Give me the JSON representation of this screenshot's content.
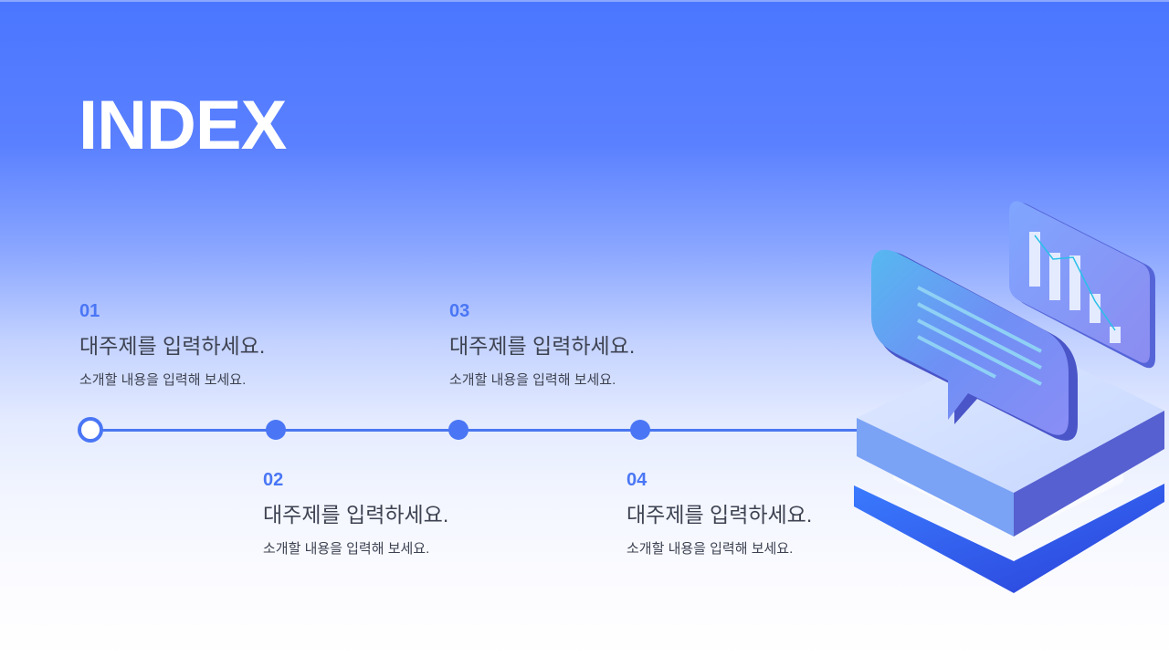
{
  "title": "INDEX",
  "colors": {
    "accent": "#4a76f5",
    "bg_top": "#4a76ff",
    "bg_bottom": "#ffffff",
    "heading_text": "#3e4352",
    "title_text": "#ffffff"
  },
  "items": [
    {
      "number": "01",
      "heading": "대주제를 입력하세요.",
      "description": "소개할 내용을 입력해 보세요."
    },
    {
      "number": "02",
      "heading": "대주제를 입력하세요.",
      "description": "소개할 내용을 입력해 보세요."
    },
    {
      "number": "03",
      "heading": "대주제를 입력하세요.",
      "description": "소개할 내용을 입력해 보세요."
    },
    {
      "number": "04",
      "heading": "대주제를 입력하세요.",
      "description": "소개할 내용을 입력해 보세요."
    }
  ],
  "illustration": {
    "icon": "isometric-chat-chart-platform-icon"
  }
}
